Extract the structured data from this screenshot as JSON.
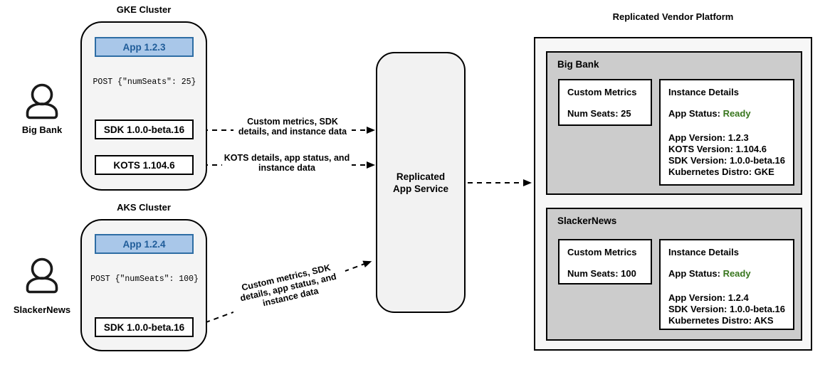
{
  "clusters": [
    {
      "title": "GKE Cluster",
      "app_label": "App 1.2.3",
      "post_label": "POST {\"numSeats\": 25}",
      "sdk_label": "SDK 1.0.0-beta.16",
      "kots_label": "KOTS 1.104.6"
    },
    {
      "title": "AKS Cluster",
      "app_label": "App 1.2.4",
      "post_label": "POST {\"numSeats\": 100}",
      "sdk_label": "SDK 1.0.0-beta.16"
    }
  ],
  "actors": [
    {
      "name": "Big Bank"
    },
    {
      "name": "SlackerNews"
    }
  ],
  "flow_labels": [
    {
      "lines": [
        "Custom metrics, SDK",
        "details, and instance data"
      ]
    },
    {
      "lines": [
        "KOTS details, app status, and",
        "instance data"
      ]
    },
    {
      "lines": [
        "Custom metrics, SDK",
        "details, app status, and",
        "instance data"
      ]
    }
  ],
  "service": {
    "lines": [
      "Replicated",
      "App Service"
    ]
  },
  "platform": {
    "title": "Replicated Vendor Platform",
    "tenants": [
      {
        "name": "Big Bank",
        "custom_metrics": {
          "title": "Custom Metrics",
          "metric": "Num Seats: 25"
        },
        "instance_details": {
          "title": "Instance Details",
          "app_status_label": "App Status: ",
          "app_status_value": "Ready",
          "lines": [
            "App Version: 1.2.3",
            "KOTS Version: 1.104.6",
            "SDK Version: 1.0.0-beta.16",
            "Kubernetes Distro: GKE"
          ]
        }
      },
      {
        "name": "SlackerNews",
        "custom_metrics": {
          "title": "Custom Metrics",
          "metric": "Num Seats: 100"
        },
        "instance_details": {
          "title": "Instance Details",
          "app_status_label": "App Status: ",
          "app_status_value": "Ready",
          "lines": [
            "App Version: 1.2.4",
            "SDK Version: 1.0.0-beta.16",
            "Kubernetes Distro: AKS"
          ]
        }
      }
    ]
  },
  "colors": {
    "app_fill": "#A9C7E9",
    "app_border": "#2E6DA4",
    "app_text": "#1F5C99",
    "status_ready_green": "#38761D",
    "tenant_panel_gray": "#CCCCCC",
    "cluster_fill": "#F4F4F4",
    "service_fill": "#F2F2F2",
    "platform_fill": "#F7F7F7"
  }
}
